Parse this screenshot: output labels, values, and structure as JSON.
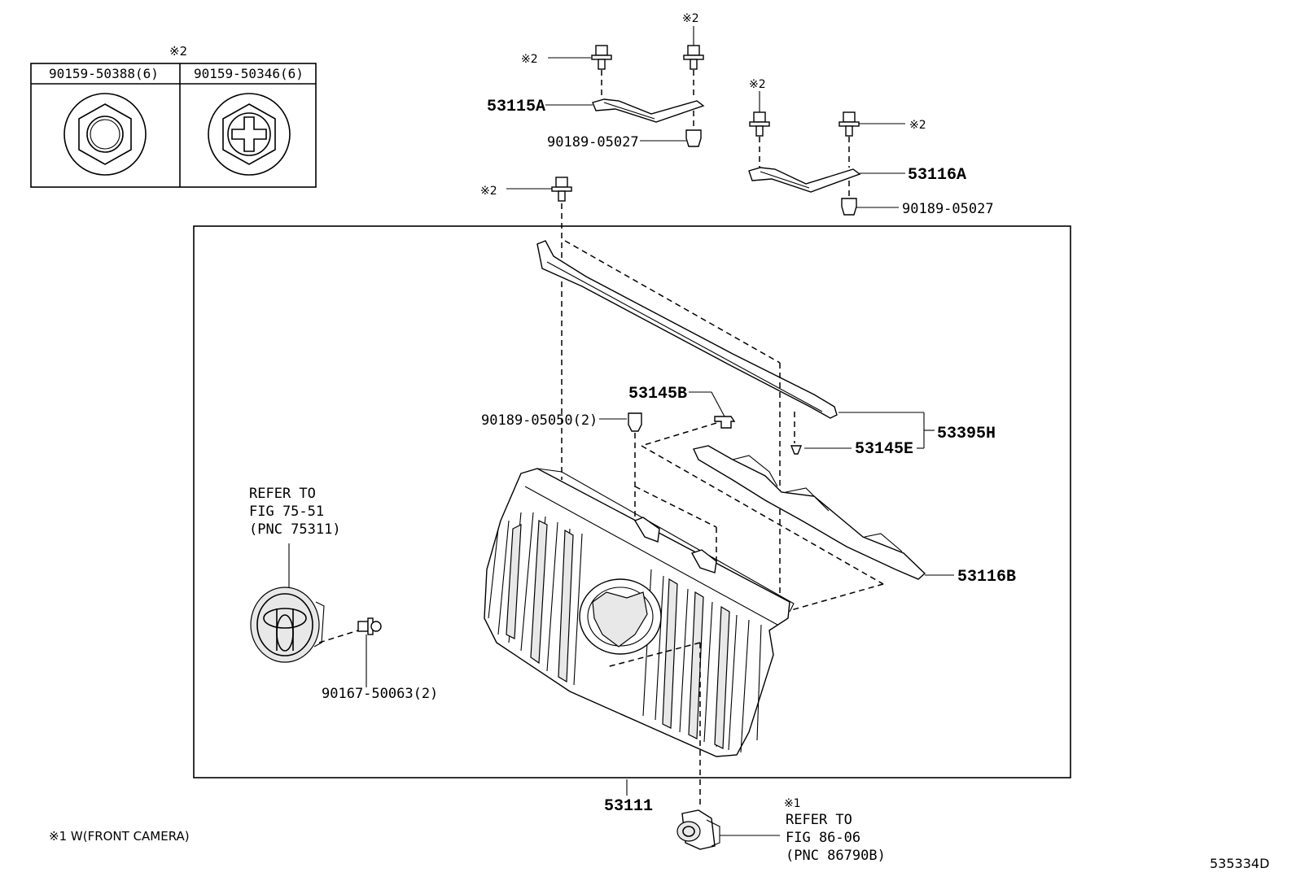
{
  "table": {
    "header_note": "※2",
    "col1": "90159-50388(6)",
    "col2": "90159-50346(6)"
  },
  "markers": {
    "m_bolt_a_left": "※2",
    "m_bolt_a_right": "※2",
    "m_bolt_b_left": "※2",
    "m_bolt_b_right": "※2",
    "m_bolt_top": "※2",
    "m_camera": "※1"
  },
  "labels": {
    "p53115A": "53115A",
    "p90189_05027_a": "90189-05027",
    "p53116A": "53116A",
    "p90189_05027_b": "90189-05027",
    "p53145B": "53145B",
    "p90189_05050": "90189-05050(2)",
    "p53395H": "53395H",
    "p53145E": "53145E",
    "p53116B": "53116B",
    "p90167_50063": "90167-50063(2)",
    "p53111": "53111"
  },
  "refer_emblem": {
    "line1": "REFER TO",
    "line2": "FIG 75-51",
    "line3": "(PNC 75311)"
  },
  "refer_camera": {
    "line1": "REFER TO",
    "line2": "FIG 86-06",
    "line3": "(PNC 86790B)"
  },
  "footnote": "※1 W(FRONT CAMERA)",
  "diagram_id": "535334D"
}
